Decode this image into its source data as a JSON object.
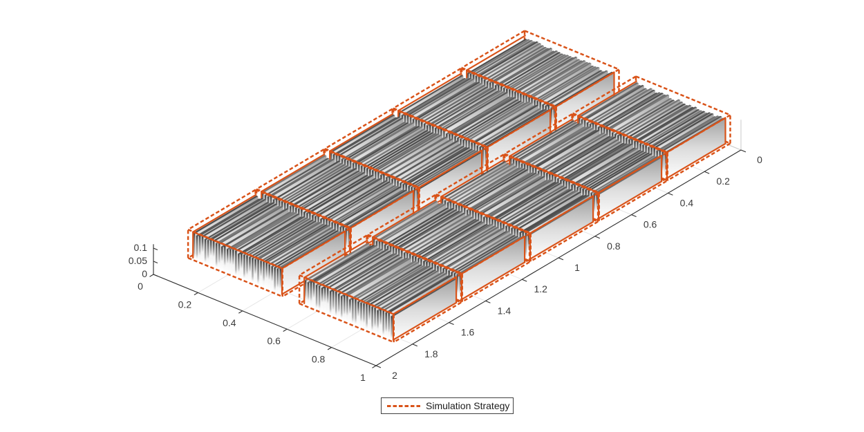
{
  "figure": {
    "background": "#ffffff"
  },
  "legend": {
    "label": "Simulation Strategy",
    "swatch": "dashed-line"
  },
  "colors": {
    "strategy_orange": "#D95319",
    "axis": "#2b2b2b",
    "tick_text": "#3a3a3a",
    "grid": "#e6e6e6",
    "back_edge": "#c8c8c8",
    "bar_top_palette": [
      "#4f4f4f",
      "#6d6d6d",
      "#595959",
      "#7a7a7a"
    ],
    "bar_front_dark": "#414141",
    "bar_side_light": "#fdfdfd"
  },
  "chart_data": {
    "type": "bar",
    "subtype": "3d-slab-histogram-with-strategy-boxes",
    "title": "",
    "xlabel": "",
    "ylabel": "",
    "zlabel": "",
    "x_axis": {
      "range": [
        0,
        1
      ],
      "ticks": [
        0,
        0.2,
        0.4,
        0.6,
        0.8,
        1
      ],
      "tick_labels": [
        "0",
        "0.2",
        "0.4",
        "0.6",
        "0.8",
        "1"
      ]
    },
    "y_axis": {
      "range": [
        0,
        2
      ],
      "ticks": [
        0,
        0.2,
        0.4,
        0.6,
        0.8,
        1,
        1.2,
        1.4,
        1.6,
        1.8,
        2
      ],
      "tick_labels": [
        "0",
        "0.2",
        "0.4",
        "0.6",
        "0.8",
        "1",
        "1.2",
        "1.4",
        "1.6",
        "1.8",
        "2"
      ]
    },
    "z_axis": {
      "range": [
        0,
        0.1
      ],
      "ticks": [
        0,
        0.05,
        0.1
      ],
      "tick_labels": [
        "0",
        "0.05",
        "0.1"
      ]
    },
    "grid": true,
    "legend_position": "south-outside",
    "strategy_regions": {
      "x_strips": [
        [
          0.03,
          0.43
        ],
        [
          0.53,
          0.93
        ]
      ],
      "y_blocks": [
        [
          0.0,
          0.32
        ],
        [
          0.35,
          0.695
        ],
        [
          0.725,
          1.07
        ],
        [
          1.1,
          1.445
        ],
        [
          1.475,
          1.82
        ]
      ],
      "box_top_z": 0.098,
      "dashed_top_z": 0.108,
      "dashed_margin": 0.012
    },
    "slabs": {
      "per_block": 32,
      "width_fraction": 0.66,
      "height_base": 0.085,
      "height_jitter": 0.013
    }
  }
}
